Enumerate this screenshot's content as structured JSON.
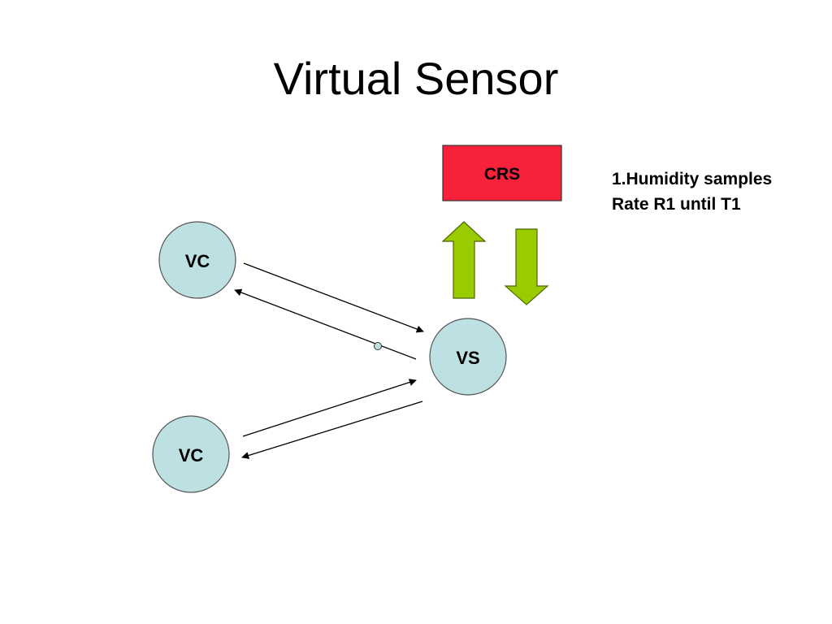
{
  "slide": {
    "title": "Virtual Sensor"
  },
  "nodes": {
    "vc_top": "VC",
    "vc_bottom": "VC",
    "vs": "VS",
    "crs": "CRS"
  },
  "note": {
    "line1": "1.Humidity samples",
    "line2": "Rate R1 until T1"
  },
  "colors": {
    "circle_fill": "#bde0e3",
    "crs_fill": "#f8213a",
    "arrow_fill": "#99cc00",
    "line": "#000000"
  }
}
